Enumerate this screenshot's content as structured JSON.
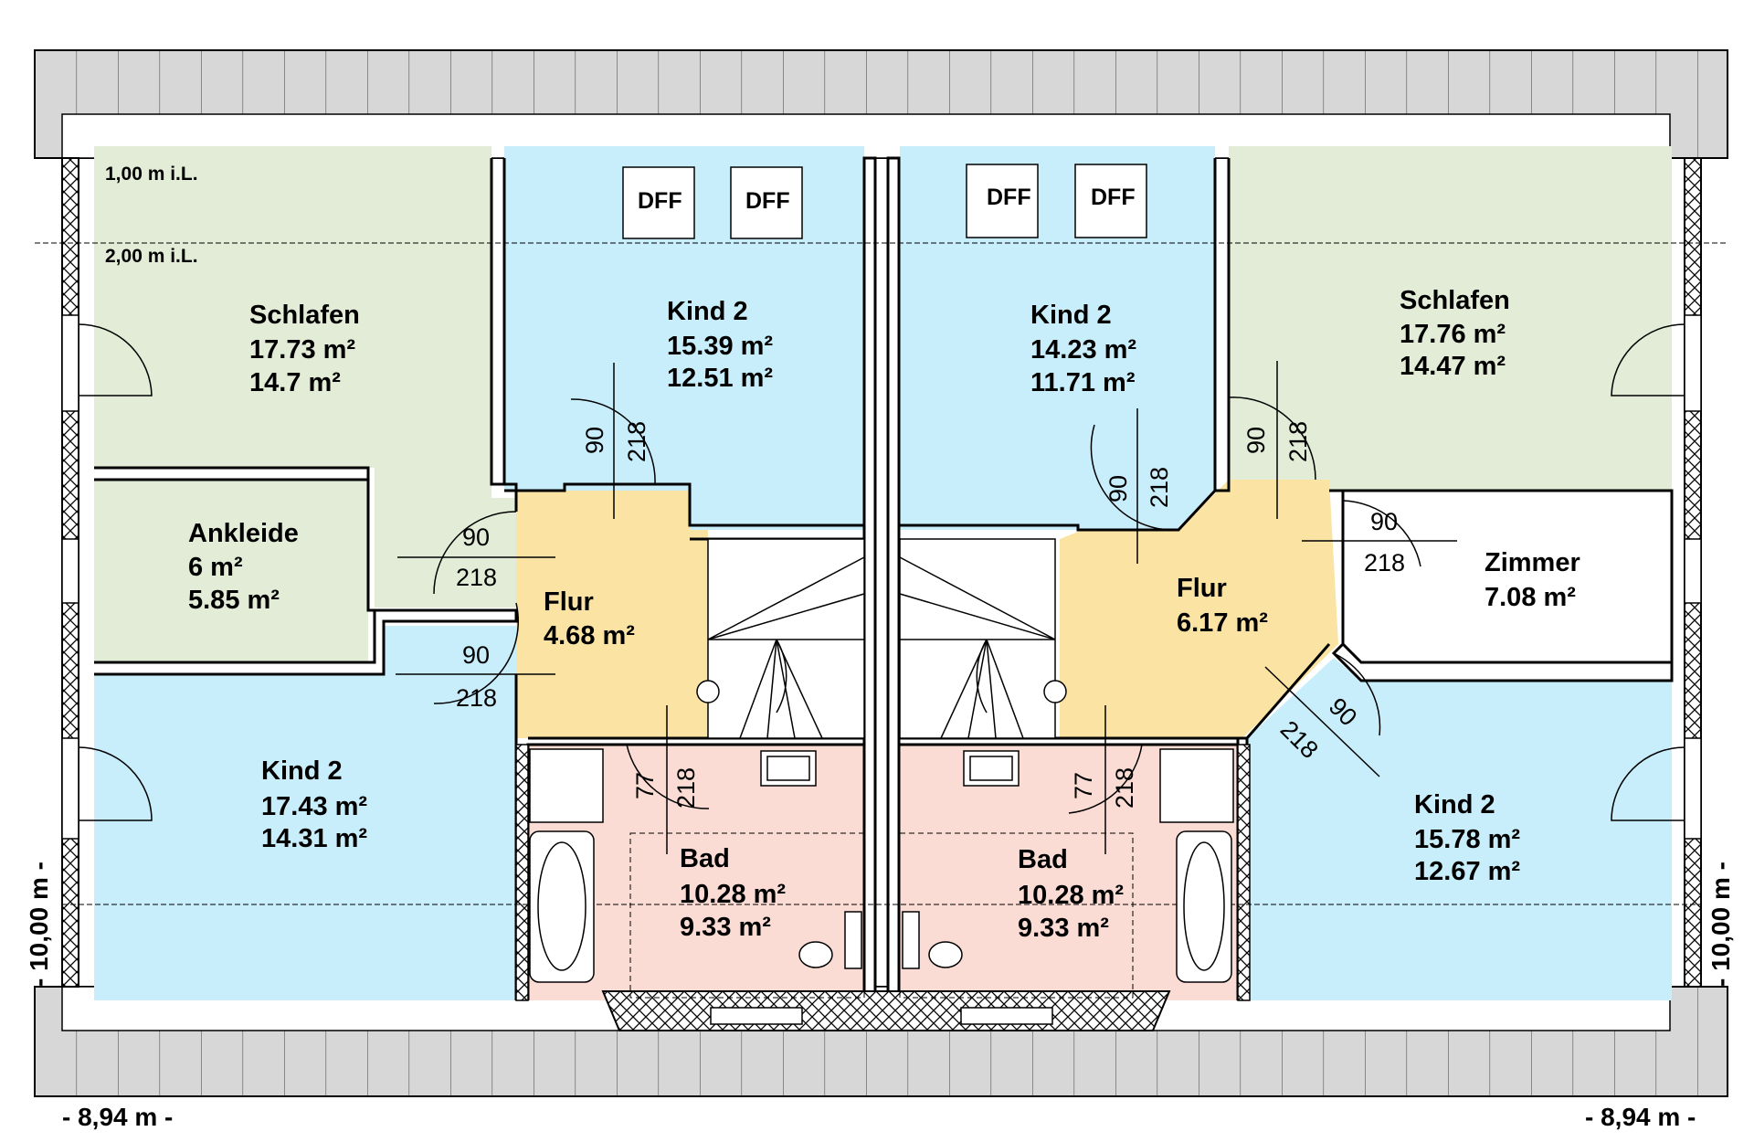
{
  "colors": {
    "green_room": "#e2ecd6",
    "blue_room": "#c8eefb",
    "yellow_room": "#fae3a3",
    "pink_room": "#fbdcd4",
    "white_room": "#ffffff",
    "roof_tile": "#d7d7d7",
    "wall_outline": "#000000"
  },
  "levels": {
    "line_1": "1,00 m i.L.",
    "line_2": "2,00 m i.L."
  },
  "dimensions": {
    "width_left": "- 8,94 m -",
    "width_right": "- 8,94 m -",
    "depth_left": "- 10,00 m -",
    "depth_right": "- 10,00 m -"
  },
  "skylights": [
    "DFF",
    "DFF",
    "DFF",
    "DFF"
  ],
  "rooms": {
    "left_schlafen": {
      "name": "Schlafen",
      "area1": "17.73 m²",
      "area2": "14.7 m²"
    },
    "left_ankleide": {
      "name": "Ankleide",
      "area1": "6 m²",
      "area2": "5.85 m²"
    },
    "left_kind_top": {
      "name": "Kind 2",
      "area1": "15.39 m²",
      "area2": "12.51 m²"
    },
    "left_flur": {
      "name": "Flur",
      "area1": "4.68 m²"
    },
    "left_kind_bottom": {
      "name": "Kind 2",
      "area1": "17.43 m²",
      "area2": "14.31 m²"
    },
    "left_bad": {
      "name": "Bad",
      "area1": "10.28 m²",
      "area2": "9.33 m²"
    },
    "right_kind_top": {
      "name": "Kind 2",
      "area1": "14.23 m²",
      "area2": "11.71 m²"
    },
    "right_schlafen": {
      "name": "Schlafen",
      "area1": "17.76 m²",
      "area2": "14.47 m²"
    },
    "right_flur": {
      "name": "Flur",
      "area1": "6.17 m²"
    },
    "right_zimmer": {
      "name": "Zimmer",
      "area1": "7.08 m²"
    },
    "right_bad": {
      "name": "Bad",
      "area1": "10.28 m²",
      "area2": "9.33 m²"
    },
    "right_kind_bottom": {
      "name": "Kind 2",
      "area1": "15.78 m²",
      "area2": "12.67 m²"
    }
  },
  "doors": {
    "width_90": "90",
    "height_218": "218",
    "width_77": "77"
  }
}
